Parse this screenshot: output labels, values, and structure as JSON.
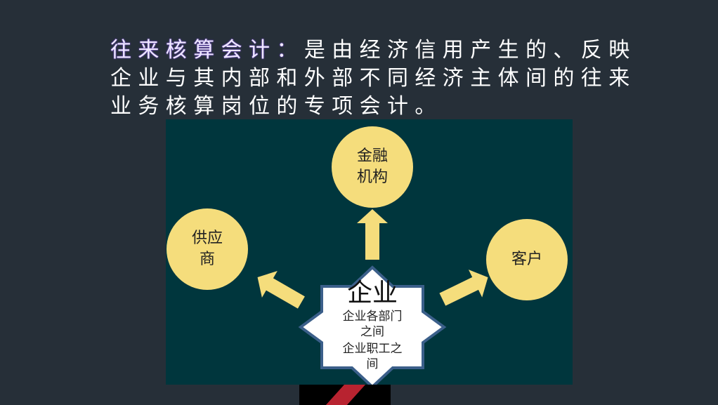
{
  "title": {
    "highlight": "往来核算会计：",
    "text": "是由经济信用产生的、反映企业与其内部和外部不同经济主体间的往来业务核算岗位的专项会计。"
  },
  "diagram": {
    "center": {
      "title": "企业",
      "lines": [
        "企业各部门之间",
        "企业职工之间"
      ]
    },
    "nodes": {
      "top": "金融机构",
      "left": "供应商",
      "right": "客户"
    },
    "colors": {
      "background": "#00363d",
      "circle": "#f5dd7c",
      "arrow": "#f5dd7c",
      "star": "#ffffff",
      "star_border": "#3b5f8a",
      "highlight_text": "#efe8ff"
    }
  }
}
